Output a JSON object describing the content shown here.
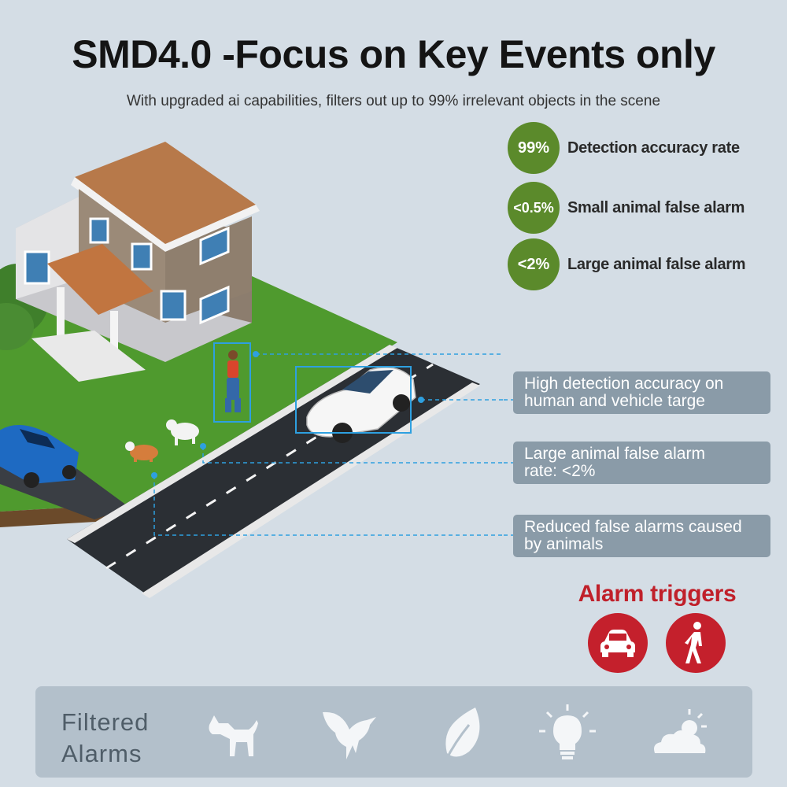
{
  "header": {
    "title": "SMD4.0 -Focus on Key Events only",
    "subtitle": "With upgraded ai capabilities, filters out up to 99% irrelevant objects in the scene"
  },
  "stats": [
    {
      "value": "99%",
      "label": "Detection accuracy rate"
    },
    {
      "value": "<0.5%",
      "label": "Small animal false alarm"
    },
    {
      "value": "<2%",
      "label": "Large animal false alarm"
    }
  ],
  "callouts": [
    {
      "line1": "High detection accuracy on",
      "line2": "human and vehicle targe"
    },
    {
      "line1": "Large animal false alarm",
      "line2": "rate: <2%"
    },
    {
      "line1": "Reduced false alarms caused",
      "line2": "by animals"
    }
  ],
  "alarm": {
    "title": "Alarm triggers",
    "icons": [
      "car-icon",
      "pedestrian-icon"
    ]
  },
  "filtered": {
    "line1": "Filtered",
    "line2": "Alarms",
    "icons": [
      "dog-icon",
      "bird-icon",
      "leaf-icon",
      "light-bulb-icon",
      "cloud-sun-icon"
    ]
  },
  "colors": {
    "background": "#d4dde5",
    "stat_green": "#5b8a2b",
    "callout_bg": "#8a9ba8",
    "alarm_red": "#c4202c",
    "detection_box": "#2ea0e0"
  }
}
